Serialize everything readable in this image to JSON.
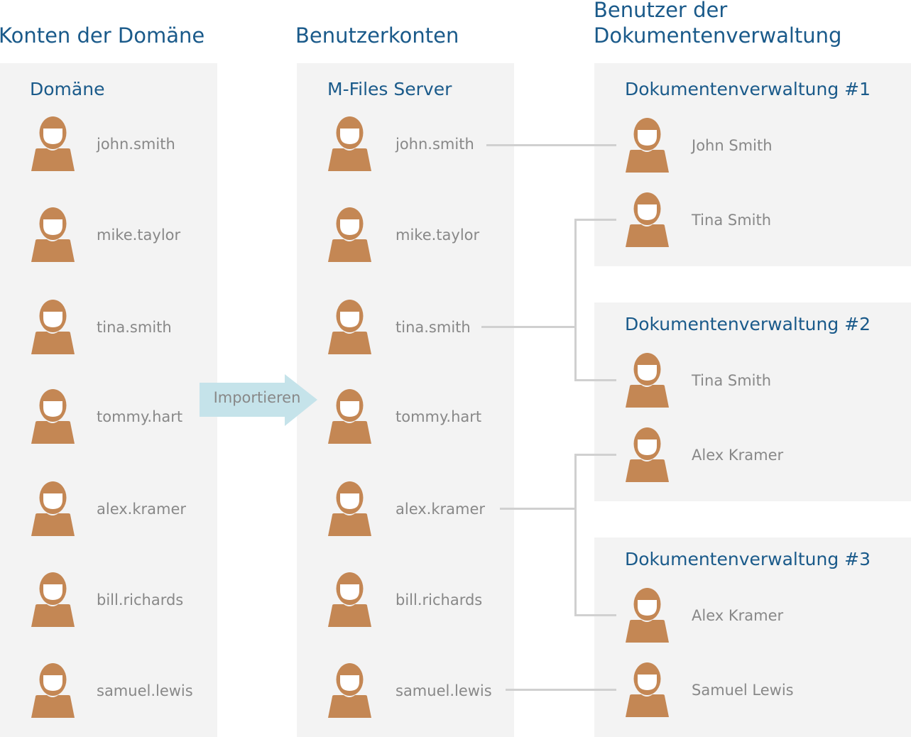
{
  "headings": {
    "domain": "Konten der Domäne",
    "server": "Benutzerkonten",
    "vault": "Benutzer der Dokumentenverwaltung"
  },
  "domain_panel": {
    "title": "Domäne",
    "users": [
      "john.smith",
      "mike.taylor",
      "tina.smith",
      "tommy.hart",
      "alex.kramer",
      "bill.richards",
      "samuel.lewis"
    ]
  },
  "server_panel": {
    "title": "M-Files Server",
    "users": [
      "john.smith",
      "mike.taylor",
      "tina.smith",
      "tommy.hart",
      "alex.kramer",
      "bill.richards",
      "samuel.lewis"
    ]
  },
  "import_arrow": {
    "label": "Importieren"
  },
  "vaults": [
    {
      "title": "Dokumentenverwaltung #1",
      "users": [
        "John Smith",
        "Tina Smith"
      ]
    },
    {
      "title": "Dokumentenverwaltung #2",
      "users": [
        "Tina Smith",
        "Alex Kramer"
      ]
    },
    {
      "title": "Dokumentenverwaltung #3",
      "users": [
        "Alex Kramer",
        "Samuel Lewis"
      ]
    }
  ],
  "colors": {
    "icon": "#c48754",
    "heading": "#1a5a8a",
    "connector": "#d0d0d0",
    "arrow": "#c5e3ea"
  }
}
